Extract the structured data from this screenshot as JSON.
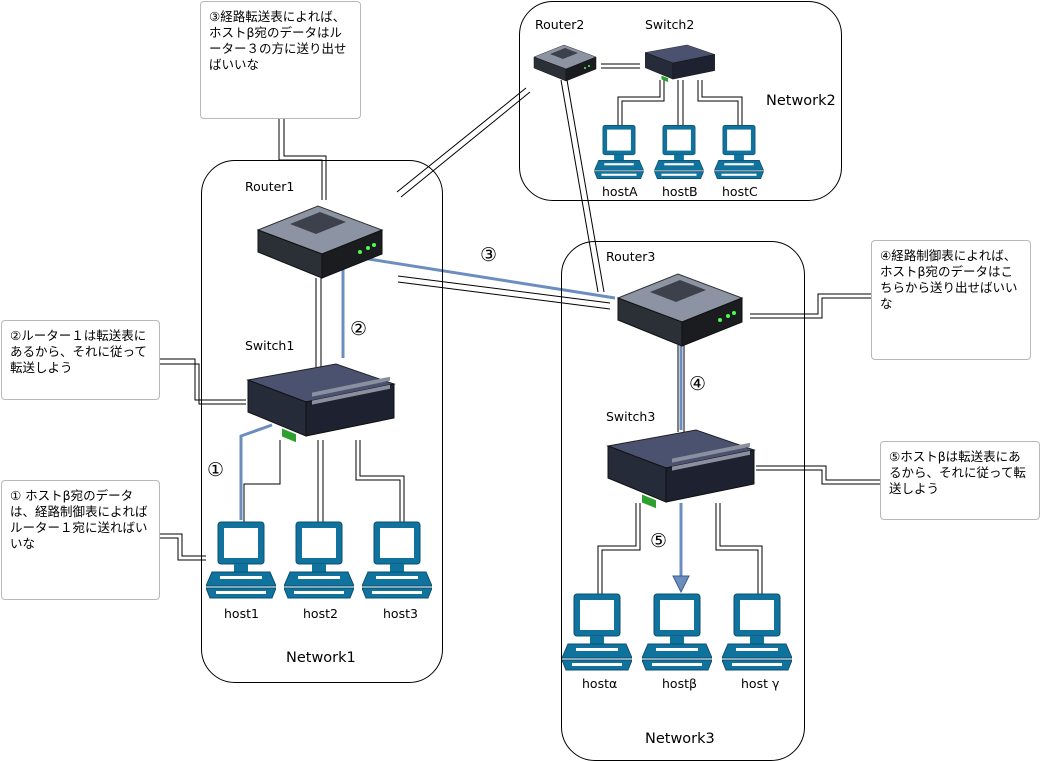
{
  "networks": {
    "network1": "Network1",
    "network2": "Network2",
    "network3": "Network3"
  },
  "devices": {
    "router1": "Router1",
    "router2": "Router2",
    "router3": "Router3",
    "switch1": "Switch1",
    "switch2": "Switch2",
    "switch3": "Switch3",
    "hosts1": [
      "host1",
      "host2",
      "host3"
    ],
    "hosts2": [
      "hostA",
      "hostB",
      "hostC"
    ],
    "hosts3": [
      "hostα",
      "hostβ",
      "host γ"
    ]
  },
  "steps": [
    "①",
    "②",
    "③",
    "④",
    "⑤"
  ],
  "notes": {
    "step1": "① ホストβ宛のデータは、経路制御表によればルーター１宛に送ればいいな",
    "step2": "②ルーター１は転送表にあるから、それに従って転送しよう",
    "step3": "③経路転送表によれば、ホストβ宛のデータはルーター３の方に送り出せばいいな",
    "step4": "④経路制御表によれば、ホストβ宛のデータはこちらから送り出せばいいな",
    "step5": "⑤ホストβは転送表にあるから、それに従って転送しよう"
  },
  "colors": {
    "path": "#6c8ebf",
    "device_dark": "#222222",
    "host_blue": "#10739e"
  }
}
